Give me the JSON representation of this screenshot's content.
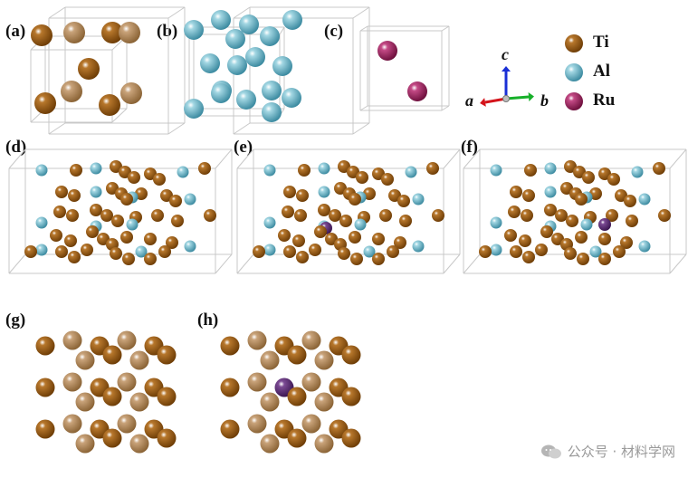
{
  "panels": {
    "a": "(a)",
    "b": "(b)",
    "c": "(c)",
    "d": "(d)",
    "e": "(e)",
    "f": "(f)",
    "g": "(g)",
    "h": "(h)"
  },
  "axes": {
    "a": "a",
    "b": "b",
    "c": "c"
  },
  "legend": [
    {
      "label": "Ti",
      "color": "#9a5a14"
    },
    {
      "label": "Al",
      "color": "#5fb3c7"
    },
    {
      "label": "Ru",
      "color": "#a31f62"
    }
  ],
  "colors": {
    "ti": "#9a5a14",
    "ti_light": "#b3844f",
    "al": "#5fb3c7",
    "ru": "#a31f62",
    "ru_dark": "#5a2a6a",
    "box": "#c8c8c8",
    "axis_a": "#d4141b",
    "axis_b": "#17b02a",
    "axis_c": "#1a2fd6"
  },
  "watermark": "公众号 · 材料学网"
}
